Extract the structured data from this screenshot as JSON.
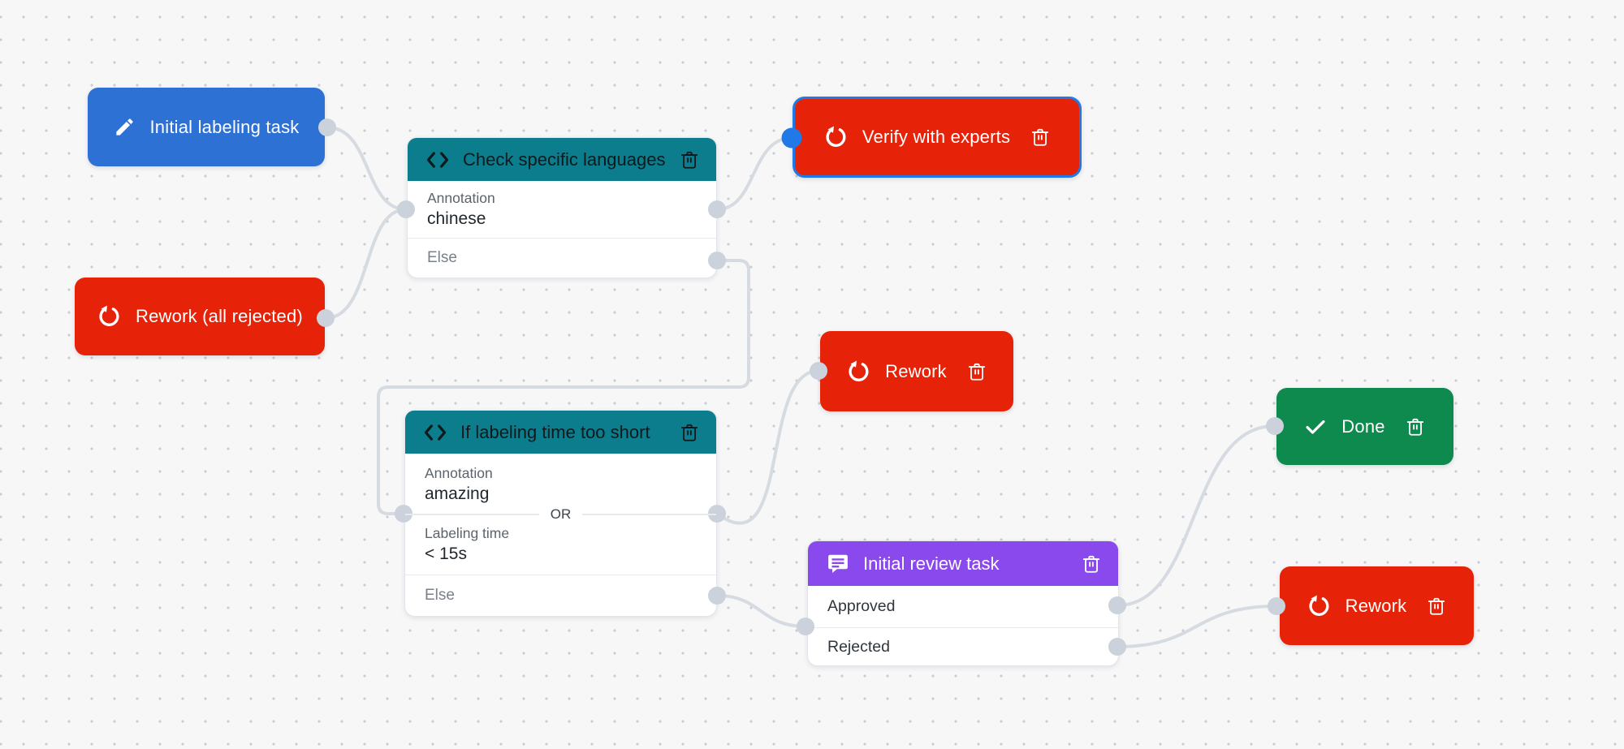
{
  "colors": {
    "canvas_bg": "#f7f7f8",
    "grid_dot": "#c9cdd2",
    "edge": "#d6dbe2",
    "port": "#cbd2db",
    "selection_blue": "#2179e8",
    "node_blue": "#2e71d4",
    "node_teal": "#0b7d8c",
    "node_red": "#e62309",
    "node_green": "#0f8a4e",
    "node_purple": "#8a49ec",
    "node_body": "#ffffff"
  },
  "nodes": {
    "initial_labeling_task": {
      "type": "action",
      "icon": "pencil-icon",
      "label": "Initial labeling task"
    },
    "rework_all_rejected": {
      "type": "action",
      "icon": "rework-icon",
      "label": "Rework (all rejected)"
    },
    "verify_with_experts": {
      "type": "action",
      "icon": "rework-icon",
      "label": "Verify with experts",
      "selected": true
    },
    "rework_mid": {
      "type": "action",
      "icon": "rework-icon",
      "label": "Rework"
    },
    "done": {
      "type": "action",
      "icon": "check-icon",
      "label": "Done"
    },
    "rework_bottom": {
      "type": "action",
      "icon": "rework-icon",
      "label": "Rework"
    },
    "check_specific_languages": {
      "type": "condition",
      "icon": "code-icon",
      "title": "Check specific languages",
      "condition": {
        "label": "Annotation",
        "value": "chinese"
      },
      "else_label": "Else"
    },
    "if_labeling_time": {
      "type": "condition",
      "icon": "code-icon",
      "title": "If labeling time too short",
      "condition1": {
        "label": "Annotation",
        "value": "amazing"
      },
      "operator": "OR",
      "condition2": {
        "label": "Labeling time",
        "value": "< 15s"
      },
      "else_label": "Else"
    },
    "initial_review_task": {
      "type": "review",
      "icon": "chat-icon",
      "title": "Initial review task",
      "approved_label": "Approved",
      "rejected_label": "Rejected"
    }
  }
}
